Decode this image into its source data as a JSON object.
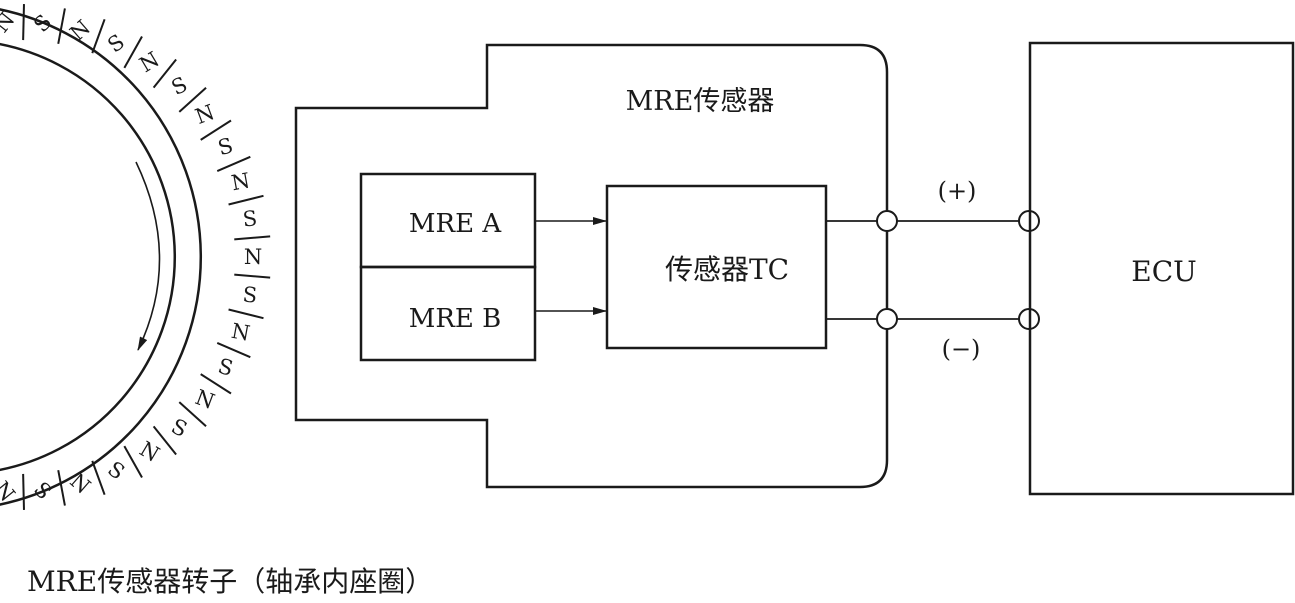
{
  "diagram": {
    "rotor": {
      "poles": [
        "N",
        "S",
        "N",
        "S",
        "N",
        "S",
        "N",
        "S",
        "N",
        "S",
        "N",
        "S",
        "N",
        "S",
        "N",
        "S",
        "N",
        "S",
        "N",
        "S",
        "N"
      ],
      "caption": "MRE传感器转子（轴承内座圈）"
    },
    "sensor": {
      "title": "MRE传感器",
      "mre_a": "MRE A",
      "mre_b": "MRE B",
      "tc": "传感器TC"
    },
    "terminals": {
      "plus": "(+)",
      "minus": "(−)"
    },
    "ecu": {
      "label": "ECU"
    }
  }
}
